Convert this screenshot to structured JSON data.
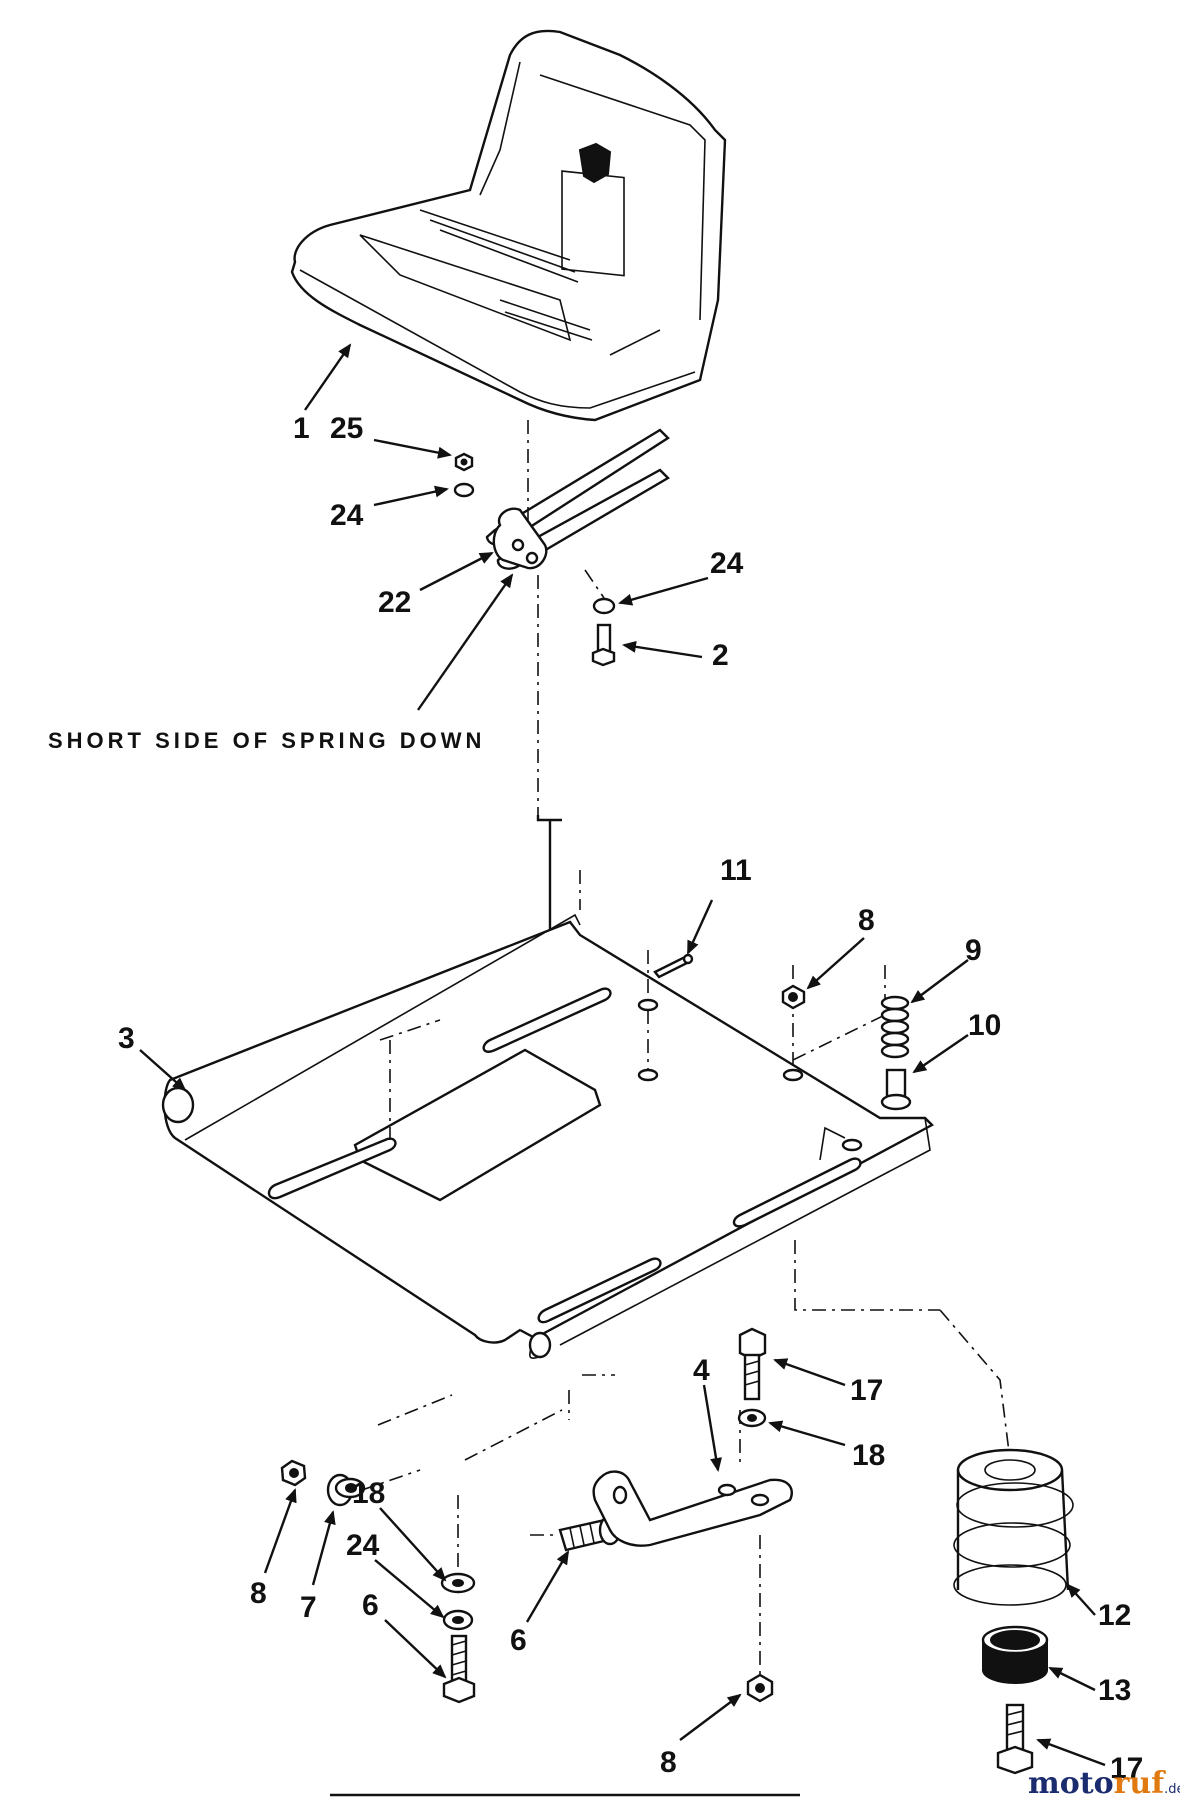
{
  "diagram": {
    "note": "SHORT SIDE OF SPRING DOWN",
    "callouts": [
      {
        "id": "c1",
        "text": "1"
      },
      {
        "id": "c25",
        "text": "25"
      },
      {
        "id": "c24a",
        "text": "24"
      },
      {
        "id": "c22",
        "text": "22"
      },
      {
        "id": "c24b",
        "text": "24"
      },
      {
        "id": "c2",
        "text": "2"
      },
      {
        "id": "c11",
        "text": "11"
      },
      {
        "id": "c8a",
        "text": "8"
      },
      {
        "id": "c9",
        "text": "9"
      },
      {
        "id": "c10",
        "text": "10"
      },
      {
        "id": "c3",
        "text": "3"
      },
      {
        "id": "c17a",
        "text": "17"
      },
      {
        "id": "c4",
        "text": "4"
      },
      {
        "id": "c18a",
        "text": "18"
      },
      {
        "id": "c8b",
        "text": "8"
      },
      {
        "id": "c7",
        "text": "7"
      },
      {
        "id": "c18b",
        "text": "18"
      },
      {
        "id": "c24c",
        "text": "24"
      },
      {
        "id": "c6a",
        "text": "6"
      },
      {
        "id": "c6b",
        "text": "6"
      },
      {
        "id": "c12",
        "text": "12"
      },
      {
        "id": "c13",
        "text": "13"
      },
      {
        "id": "c8c",
        "text": "8"
      },
      {
        "id": "c17b",
        "text": "17"
      }
    ],
    "watermark": {
      "part1": "moto",
      "part2": "ruf",
      "suffix": ".de"
    }
  }
}
